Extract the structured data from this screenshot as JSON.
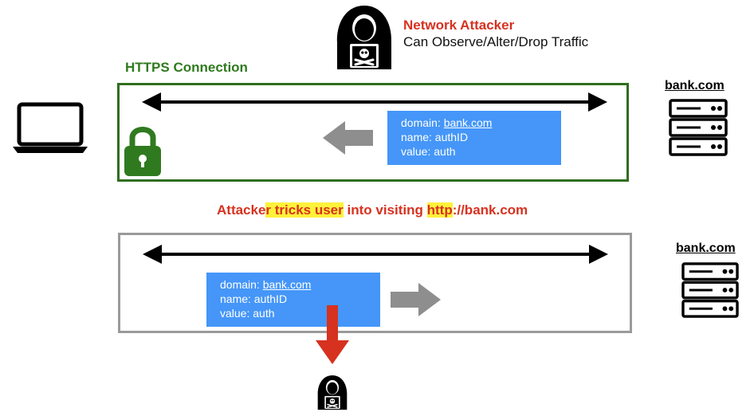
{
  "attacker": {
    "title": "Network Attacker",
    "subtitle": "Can Observe/Alter/Drop Traffic"
  },
  "https_section": {
    "label": "HTTPS Connection",
    "server_label": "bank.com",
    "cookie": {
      "domain_key": "domain: ",
      "domain_value": "bank.com",
      "name_line": "name: authID",
      "value_line": "value: auth"
    }
  },
  "trick_text": {
    "part1": "Attacke",
    "part2": "r tricks user",
    "part3": " into visiting ",
    "part4": "http",
    "part5": "://bank.com"
  },
  "http_section": {
    "server_label": "bank.com",
    "cookie": {
      "domain_key": "domain: ",
      "domain_value": "bank.com",
      "name_line": "name: authID",
      "value_line": "value: auth"
    }
  },
  "colors": {
    "attacker_red": "#d7311f",
    "https_green": "#2f6e1e",
    "http_gray": "#9a9a9a",
    "cookie_blue": "#4596f8",
    "highlight_yellow": "#fef23a"
  },
  "icons": [
    "hooded-attacker-icon",
    "laptop-icon",
    "padlock-icon",
    "server-rack-icon"
  ]
}
